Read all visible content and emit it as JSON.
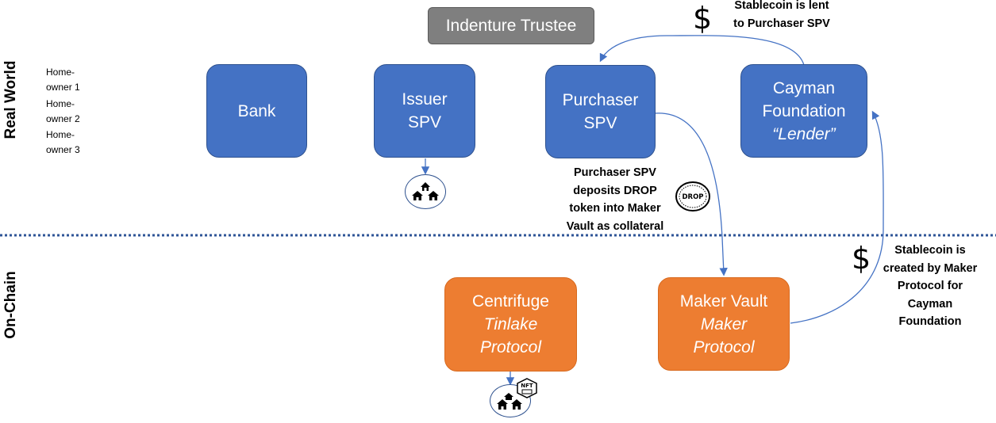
{
  "sections": {
    "real_world": "Real World",
    "on_chain": "On-Chain"
  },
  "homeowners": [
    "Home-",
    "owner 1",
    "Home-",
    "owner 2",
    "Home-",
    "owner 3"
  ],
  "trustee": "Indenture Trustee",
  "boxes": {
    "bank": {
      "line1": "Bank"
    },
    "issuer": {
      "line1": "Issuer",
      "line2": "SPV"
    },
    "purchaser": {
      "line1": "Purchaser",
      "line2": "SPV"
    },
    "cayman": {
      "line1": "Cayman",
      "line2": "Foundation",
      "line3": "“Lender”"
    },
    "centrifuge": {
      "line1": "Centrifuge",
      "line2": "Tinlake",
      "line3": "Protocol"
    },
    "maker": {
      "line1": "Maker Vault",
      "line2": "Maker",
      "line3": "Protocol"
    }
  },
  "notes": {
    "lent": [
      "Stablecoin is lent",
      "to Purchaser SPV"
    ],
    "deposit": [
      "Purchaser SPV",
      "deposits DROP",
      "token into Maker",
      "Vault as collateral"
    ],
    "created": [
      "Stablecoin is",
      "created by Maker",
      "Protocol for",
      "Cayman",
      "Foundation"
    ]
  },
  "symbols": {
    "dollar": "$",
    "drop": "DROP",
    "nft": "NFT"
  },
  "colors": {
    "blue": "#4472c4",
    "orange": "#ed7d31",
    "gray": "#7f7f7f",
    "divider": "#2f5597"
  },
  "icons": [
    "houses-icon",
    "drop-token-icon",
    "nft-icon",
    "dollar-icon"
  ]
}
